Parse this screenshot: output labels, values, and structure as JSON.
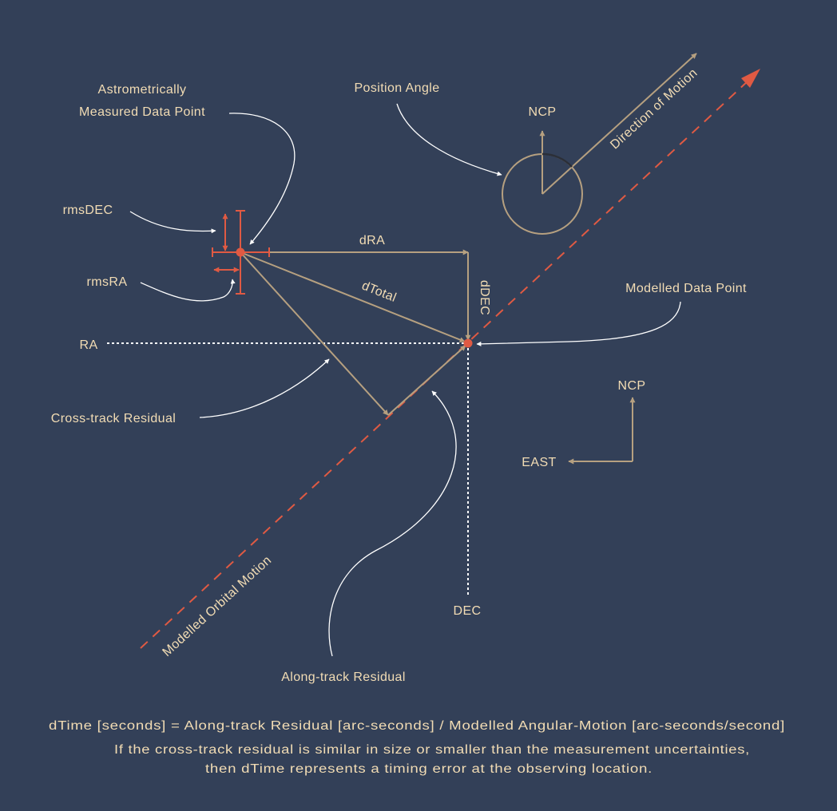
{
  "colors": {
    "background": "#334058",
    "label": "#f2dcb4",
    "vector": "#b6a080",
    "accent": "#e05a43",
    "pointer": "#ffffff"
  },
  "labels": {
    "astro_line1": "Astrometrically",
    "astro_line2": "Measured Data Point",
    "position_angle": "Position Angle",
    "ncp_top": "NCP",
    "direction_of_motion": "Direction of Motion",
    "rms_dec": "rmsDEC",
    "rms_ra": "rmsRA",
    "dra": "dRA",
    "dtotal": "dTotal",
    "ddec": "dDEC",
    "modelled_data_point": "Modelled Data Point",
    "ra": "RA",
    "ncp_compass": "NCP",
    "east": "EAST",
    "cross_track": "Cross-track Residual",
    "modelled_orbital_motion": "Modelled Orbital Motion",
    "dec": "DEC",
    "along_track": "Along-track Residual"
  },
  "footer": {
    "formula": "dTime [seconds] = Along-track Residual [arc-seconds] / Modelled Angular-Motion [arc-seconds/second]",
    "note_line1": "If the cross-track residual is similar in size or smaller than the measurement uncertainties,",
    "note_line2": "then dTime represents a timing error at the observing location."
  }
}
